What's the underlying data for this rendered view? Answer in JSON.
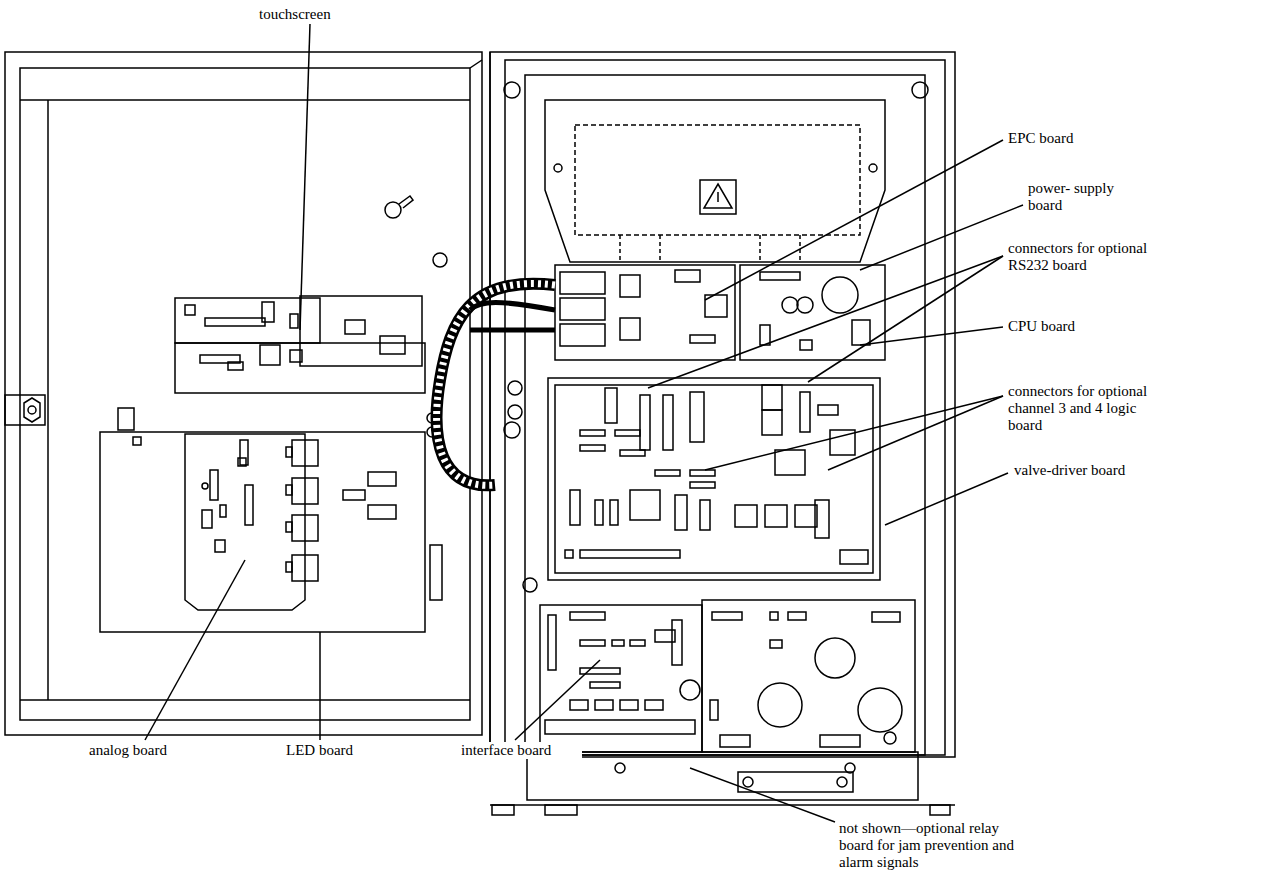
{
  "diagram": {
    "labels": [
      "touchscreen",
      "EPC board",
      "power- supply board",
      "connectors for optional RS232 board",
      "CPU board",
      "connectors for optional channel 3 and 4 logic board",
      "valve-driver board",
      "analog board",
      "LED board",
      "interface board",
      "not shown—optional relay board for jam prevention and alarm signals"
    ]
  }
}
